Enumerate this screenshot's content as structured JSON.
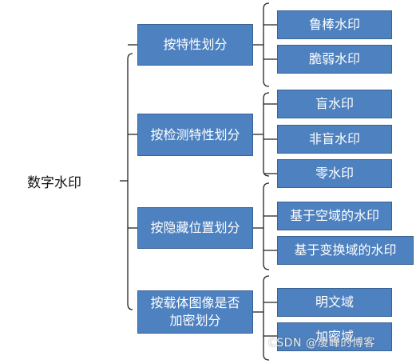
{
  "root": "数字水印",
  "categories": [
    {
      "label": "按特性划分",
      "children": [
        "鲁棒水印",
        "脆弱水印"
      ]
    },
    {
      "label": "按检测特性划分",
      "children": [
        "盲水印",
        "非盲水印",
        "零水印"
      ]
    },
    {
      "label": "按隐藏位置划分",
      "children": [
        "基于空域的水印",
        "基于变换域的水印"
      ]
    },
    {
      "label": "按载体图像是否\n加密划分",
      "children": [
        "明文域",
        "加密域"
      ]
    }
  ],
  "watermark": "CSDN @凌峰的博客"
}
